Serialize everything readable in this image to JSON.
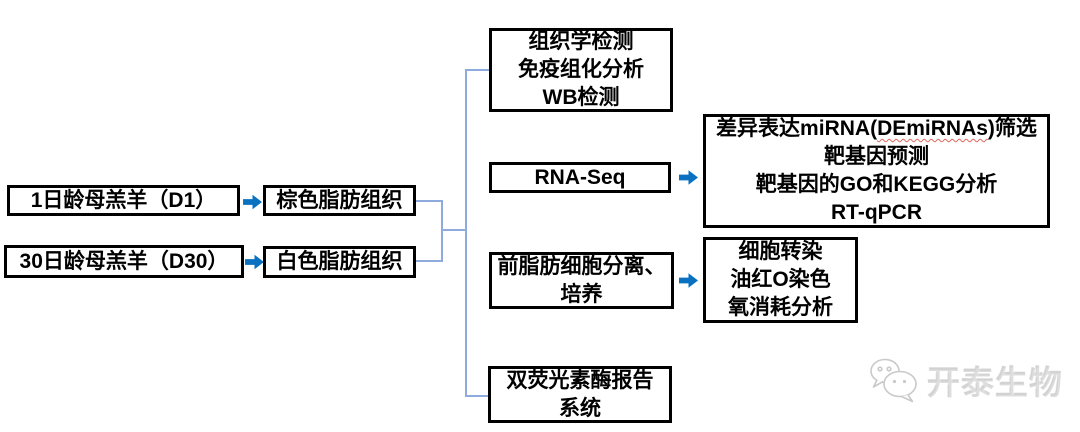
{
  "colors": {
    "arrow": "#0a71c0",
    "connector": "#8faadc",
    "border": "#000000",
    "text": "#000000",
    "wavy": "#e0635c",
    "watermark": "#c9c9c9"
  },
  "nodes": {
    "d1": {
      "label": "1日龄母羔羊（D1）"
    },
    "d30": {
      "label": "30日龄母羔羊（D30）"
    },
    "brown_fat": {
      "label": "棕色脂肪组织"
    },
    "white_fat": {
      "label": "白色脂肪组织"
    },
    "histology": {
      "lines": [
        "组织学检测",
        "免疫组化分析",
        "WB检测"
      ]
    },
    "rna_seq": {
      "label": "RNA-Seq"
    },
    "demirnas": {
      "line1": {
        "pre": "差异表达miRNA(",
        "underlined": "DEmiRNAs",
        "post": ")筛选"
      },
      "lines": [
        "靶基因预测",
        "靶基因的GO和KEGG分析",
        "RT-qPCR"
      ]
    },
    "preadipocyte": {
      "lines": [
        "前脂肪细胞分离、",
        "培养"
      ]
    },
    "cell_assays": {
      "lines": [
        "细胞转染",
        "油红O染色",
        "氧消耗分析"
      ]
    },
    "dual_luciferase": {
      "lines": [
        "双荧光素酶报告",
        "系统"
      ]
    }
  },
  "watermark": {
    "brand": "开泰生物",
    "icon": "wechat-bubbles-icon"
  }
}
